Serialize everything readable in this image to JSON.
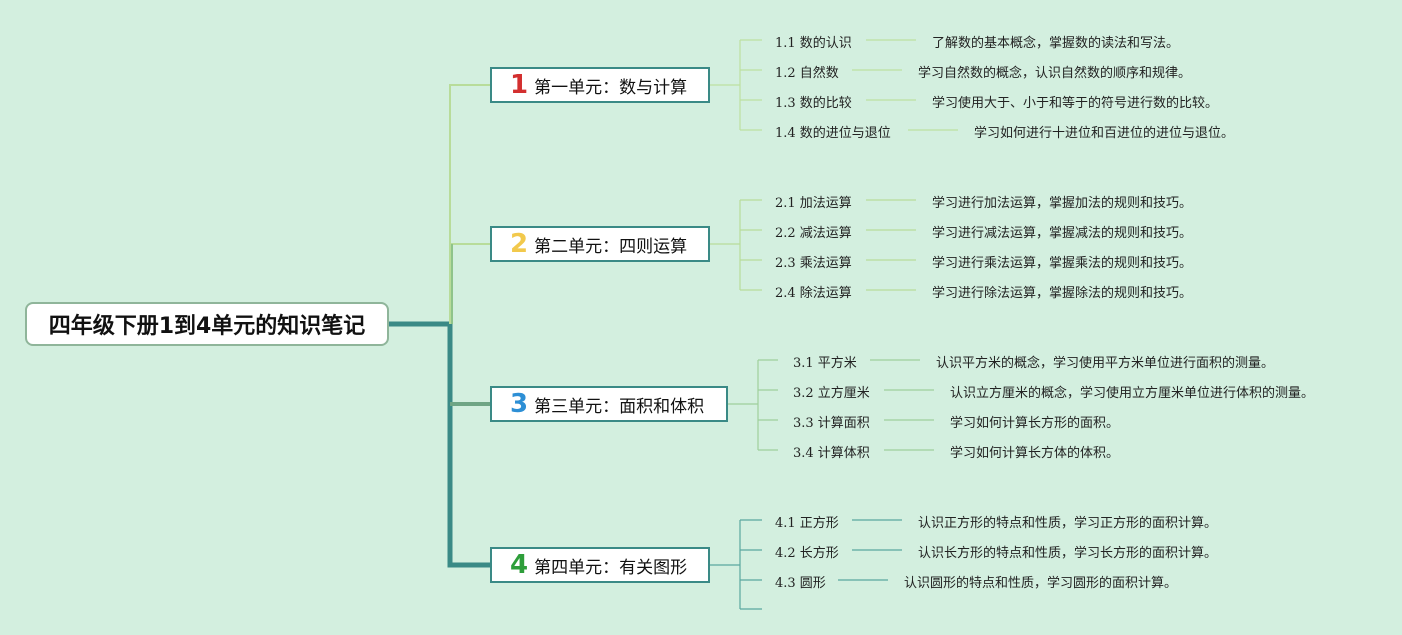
{
  "title": "四年级下册1到4单元的知识笔记",
  "colors": {
    "background": "#d3efdf",
    "trunk": "#3a8a86",
    "unit1": "#d32f2f",
    "unit2": "#f2c94c",
    "unit3": "#2d8fd5",
    "unit4": "#2e9e3a"
  },
  "units": [
    {
      "num": "1",
      "label": "第一单元：数与计算",
      "lessons": [
        {
          "name": "1.1 数的认识",
          "desc": "了解数的基本概念，掌握数的读法和写法。"
        },
        {
          "name": "1.2 自然数",
          "desc": "学习自然数的概念，认识自然数的顺序和规律。"
        },
        {
          "name": "1.3 数的比较",
          "desc": "学习使用大于、小于和等于的符号进行数的比较。"
        },
        {
          "name": "1.4 数的进位与退位",
          "desc": "学习如何进行十进位和百进位的进位与退位。"
        }
      ]
    },
    {
      "num": "2",
      "label": "第二单元：四则运算",
      "lessons": [
        {
          "name": "2.1 加法运算",
          "desc": "学习进行加法运算，掌握加法的规则和技巧。"
        },
        {
          "name": "2.2 减法运算",
          "desc": "学习进行减法运算，掌握减法的规则和技巧。"
        },
        {
          "name": "2.3 乘法运算",
          "desc": "学习进行乘法运算，掌握乘法的规则和技巧。"
        },
        {
          "name": "2.4 除法运算",
          "desc": "学习进行除法运算，掌握除法的规则和技巧。"
        }
      ]
    },
    {
      "num": "3",
      "label": "第三单元：面积和体积",
      "lessons": [
        {
          "name": "3.1 平方米",
          "desc": "认识平方米的概念，学习使用平方米单位进行面积的测量。"
        },
        {
          "name": "3.2 立方厘米",
          "desc": "认识立方厘米的概念，学习使用立方厘米单位进行体积的测量。"
        },
        {
          "name": "3.3 计算面积",
          "desc": "学习如何计算长方形的面积。"
        },
        {
          "name": "3.4 计算体积",
          "desc": "学习如何计算长方体的体积。"
        }
      ]
    },
    {
      "num": "4",
      "label": "第四单元：有关图形",
      "lessons": [
        {
          "name": "4.1 正方形",
          "desc": "认识正方形的特点和性质，学习正方形的面积计算。"
        },
        {
          "name": "4.2 长方形",
          "desc": "认识长方形的特点和性质，学习长方形的面积计算。"
        },
        {
          "name": "4.3 圆形",
          "desc": "认识圆形的特点和性质，学习圆形的面积计算。"
        },
        {
          "name": "",
          "desc": ""
        }
      ]
    }
  ]
}
